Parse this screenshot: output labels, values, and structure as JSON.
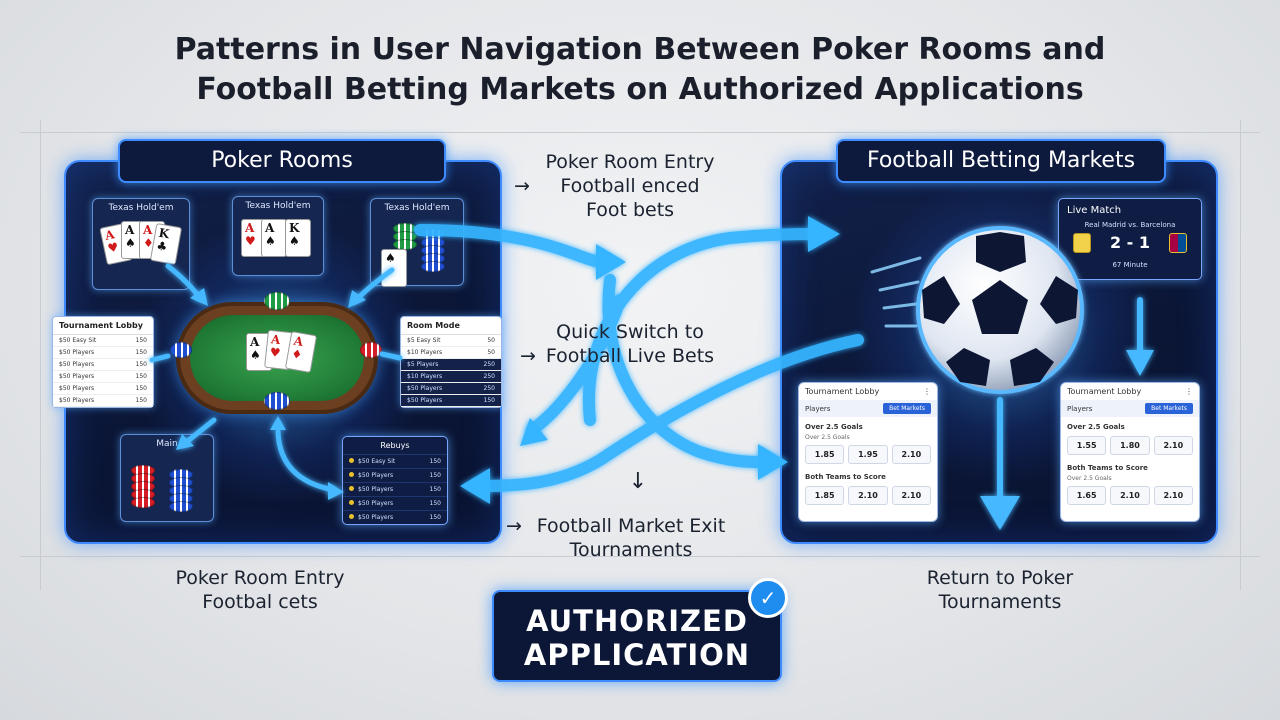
{
  "title": {
    "line1": "Patterns in User Navigation Between Poker Rooms and",
    "line2": "Football Betting Markets on Authorized Applications"
  },
  "poker_panel": {
    "heading": "Poker Rooms",
    "card_left_label": "Texas Hold'em",
    "card_mid_label": "Texas Hold'em",
    "card_right_label": "Texas Hold'em",
    "bottom_left_label": "Main",
    "tournament_lobby": {
      "title": "Tournament Lobby",
      "rows": [
        {
          "name": "$50 Easy Sit",
          "value": "150"
        },
        {
          "name": "$50 Players",
          "value": "150"
        },
        {
          "name": "$50 Players",
          "value": "150"
        },
        {
          "name": "$50 Players",
          "value": "150"
        },
        {
          "name": "$50 Players",
          "value": "150"
        },
        {
          "name": "$50 Players",
          "value": "150"
        }
      ]
    },
    "room_mode": {
      "title": "Room Mode",
      "rows": [
        {
          "name": "$5 Easy Sit",
          "value": "50"
        },
        {
          "name": "$10 Players",
          "value": "50"
        },
        {
          "name": "$5 Players",
          "value": "250"
        },
        {
          "name": "$10 Players",
          "value": "250"
        },
        {
          "name": "$50 Players",
          "value": "250"
        },
        {
          "name": "$50 Players",
          "value": "150"
        }
      ]
    },
    "rebuys": {
      "title": "Rebuys",
      "rows": [
        {
          "name": "$50 Easy Sit",
          "value": "150"
        },
        {
          "name": "$50 Players",
          "value": "150"
        },
        {
          "name": "$50 Players",
          "value": "150"
        },
        {
          "name": "$50 Players",
          "value": "150"
        },
        {
          "name": "$50 Players",
          "value": "150"
        }
      ]
    }
  },
  "football_panel": {
    "heading": "Football Betting Markets",
    "live_match": {
      "label": "Live Match",
      "teams": "Real Madrid vs. Barcelona",
      "score": "2 - 1",
      "minute": "67 Minute"
    },
    "market_left": {
      "title": "Tournament Lobby",
      "tab": "Players",
      "button": "Bet Markets",
      "section1": "Over 2.5 Goals",
      "section1_sub": "Over 2.5 Goals",
      "section1_odds": [
        "1.85",
        "1.95",
        "2.10"
      ],
      "section2": "Both Teams to Score",
      "section2_odds": [
        "1.85",
        "2.10",
        "2.10"
      ]
    },
    "market_right": {
      "title": "Tournament Lobby",
      "tab": "Players",
      "button": "Bet Markets",
      "section1": "Over 2.5 Goals",
      "section1_odds": [
        "1.55",
        "1.80",
        "2.10"
      ],
      "section2": "Both Teams to Score",
      "section2_sub": "Over 2.5 Goals",
      "section2_odds": [
        "1.65",
        "2.10",
        "2.10"
      ]
    }
  },
  "flow_labels": {
    "top_center": [
      "Poker Room Entry",
      "Football enced",
      "Foot bets"
    ],
    "mid_center": [
      "Quick Switch to",
      "Football Live Bets"
    ],
    "bottom_center": [
      "Football Market Exit",
      "Tournaments"
    ],
    "bottom_left": [
      "Poker Room Entry",
      "Footbal cets"
    ],
    "bottom_right": [
      "Return to Poker",
      "Tournaments"
    ],
    "arrow_prefix": "→",
    "down_arrow": "↓"
  },
  "badge": {
    "line1": "AUTHORIZED",
    "line2": "APPLICATION",
    "check": "✓"
  },
  "colors": {
    "panel_border": "#3d8bff",
    "panel_bg": "#0b1636",
    "flow_arrow": "#35b4ff",
    "badge_blue": "#1f8cf0"
  }
}
